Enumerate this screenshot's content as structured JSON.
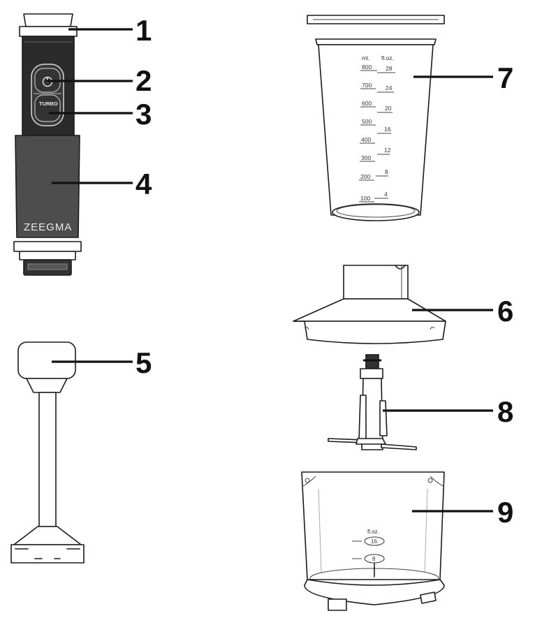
{
  "diagram": {
    "brand_text": "ZEEGMA",
    "turbo_text": "TURBO",
    "callouts": [
      {
        "label": "1",
        "part": "top-cap"
      },
      {
        "label": "2",
        "part": "power-button"
      },
      {
        "label": "3",
        "part": "turbo-button"
      },
      {
        "label": "4",
        "part": "motor-body"
      },
      {
        "label": "5",
        "part": "blending-shaft"
      },
      {
        "label": "6",
        "part": "chopper-lid"
      },
      {
        "label": "7",
        "part": "measuring-cup"
      },
      {
        "label": "8",
        "part": "chopper-blade"
      },
      {
        "label": "9",
        "part": "chopper-bowl"
      }
    ],
    "cup_scale": {
      "ml_header": "ml.",
      "floz_header": "fl.oz.",
      "ml_marks": [
        "800",
        "700",
        "600",
        "500",
        "400",
        "300",
        "200",
        "100"
      ],
      "floz_marks": [
        "28",
        "24",
        "20",
        "16",
        "12",
        "8",
        "4"
      ]
    },
    "bowl_scale": {
      "floz_header": "fl.oz.",
      "marks": [
        "16",
        "8"
      ]
    }
  }
}
